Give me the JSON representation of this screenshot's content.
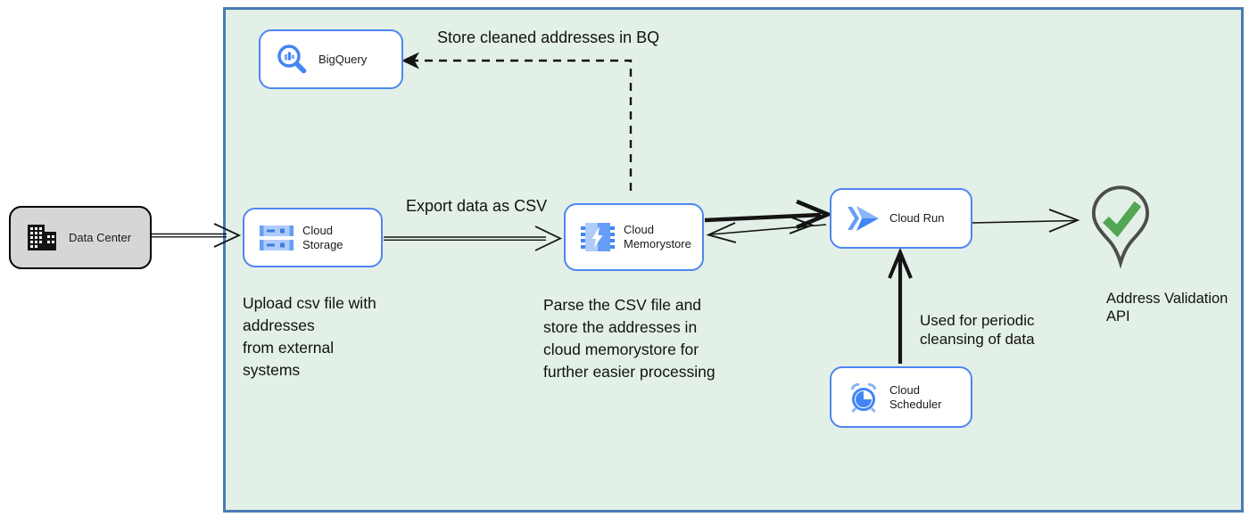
{
  "diagram": {
    "nodes": {
      "data_center": {
        "label": "Data Center",
        "icon": "building-icon"
      },
      "bigquery": {
        "label": "BigQuery",
        "icon": "bigquery-search-icon"
      },
      "cloud_storage": {
        "label": "Cloud Storage",
        "icon": "storage-buckets-icon"
      },
      "cloud_memorystore": {
        "label": "Cloud\nMemorystore",
        "icon": "memorystore-chip-icon"
      },
      "cloud_run": {
        "label": "Cloud Run",
        "icon": "cloud-run-chevrons-icon"
      },
      "cloud_scheduler": {
        "label": "Cloud Scheduler",
        "icon": "alarm-clock-icon"
      },
      "address_validation_api": {
        "label": "Address Validation\nAPI",
        "icon": "location-pin-check-icon"
      }
    },
    "edge_labels": {
      "store_bq": "Store cleaned addresses in BQ",
      "export_csv": "Export data as CSV",
      "periodic_cleansing": "Used for periodic\ncleansing of data"
    },
    "notes": {
      "upload_note": "Upload csv file with\naddresses\nfrom external\nsystems",
      "parse_note": "Parse the CSV file and\nstore the addresses in\ncloud  memorystore for\nfurther easier processing"
    },
    "colors": {
      "boundary_fill": "#e3f0e7",
      "boundary_border": "#4a7cb5",
      "node_border": "#4e86f0",
      "node_fill": "#ffffff",
      "datacenter_fill": "#d6d6d6",
      "icon_blue": "#4285f4",
      "icon_blue_mid": "#669df6",
      "icon_blue_light": "#aecbfa",
      "check_green": "#53a653",
      "pin_gray": "#4d4d4d",
      "text": "#111111"
    }
  }
}
